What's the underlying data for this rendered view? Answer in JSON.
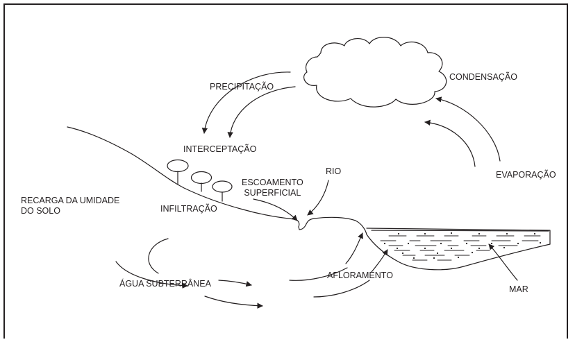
{
  "diagram": {
    "labels": {
      "condensacao": "CONDENSAÇÃO",
      "precipitacao": "PRECIPITAÇÃO",
      "interceptacao": "INTERCEPTAÇÃO",
      "rio": "RIO",
      "escoamento_line1": "ESCOAMENTO",
      "escoamento_line2": "SUPERFICIAL",
      "evaporacao": "EVAPORAÇÃO",
      "recarga_line1": "RECARGA DA UMIDADE",
      "recarga_line2": "DO SOLO",
      "infiltracao": "INFILTRAÇÃO",
      "agua_subterranea": "ÁGUA SUBTERRÂNEA",
      "afloramento": "AFLORAMENTO",
      "mar": "MAR"
    },
    "colors": {
      "ink": "#231f20",
      "background": "#ffffff"
    }
  }
}
